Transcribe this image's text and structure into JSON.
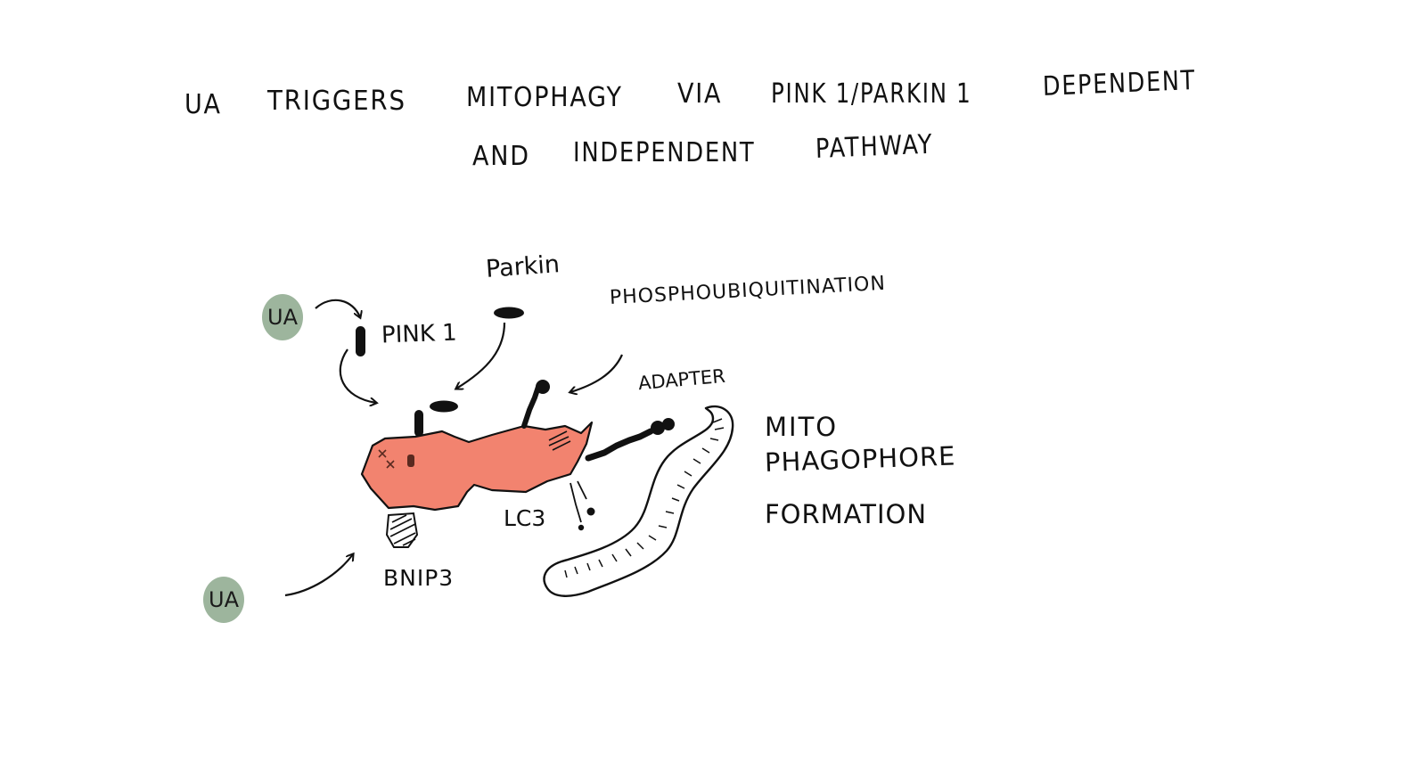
{
  "title": {
    "line1": [
      "UA",
      "TRIGGERS",
      "MITOPHAGY",
      "VIA",
      "PINK 1/PARKIN 1",
      "DEPENDENT"
    ],
    "line2": [
      "AND",
      "INDEPENDENT",
      "PATHWAY"
    ]
  },
  "labels": {
    "ua_top": "UA",
    "ua_bottom": "UA",
    "pink1": "PINK 1",
    "parkin": "Parkin",
    "phosphoubiquitination": "PHOSPHOUBIQUITINATION",
    "adapter": "ADAPTER",
    "mito": "MITO",
    "phagophore": "PHAGOPHORE",
    "formation": "FORMATION",
    "lc3": "LC3",
    "bnip3": "BNIP3"
  },
  "colors": {
    "mitochondrion": "#f2836f",
    "ua_badge": "#9db59d",
    "ink": "#111111"
  },
  "icons": {
    "mitochondrion": "damaged-mitochondrion-icon",
    "phagophore": "phagophore-membrane-icon"
  }
}
